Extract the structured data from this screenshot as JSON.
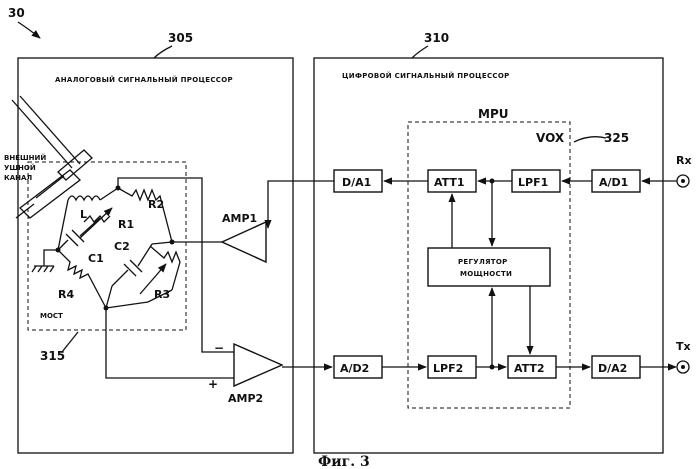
{
  "figure": {
    "ref_main": "30",
    "ref_analog": "305",
    "ref_digital": "310",
    "ref_vox": "325",
    "ref_bridge": "315",
    "caption": "Фиг. 3"
  },
  "analog_block": {
    "title": "АНАЛОГОВЫЙ СИГНАЛЬНЫЙ ПРОЦЕССОР"
  },
  "digital_block": {
    "title": "ЦИФРОВОЙ СИГНАЛЬНЫЙ ПРОЦЕССОР"
  },
  "ear_canal": {
    "line1": "ВНЕШНИЙ",
    "line2": "УШНОЙ",
    "line3": "КАНАЛ"
  },
  "bridge": {
    "label": "МОСТ",
    "components": {
      "L": "L",
      "R1": "R1",
      "R2": "R2",
      "C1": "C1",
      "C2": "C2",
      "R3": "R3",
      "R4": "R4"
    }
  },
  "amps": {
    "amp1": "AMP1",
    "amp2": "AMP2",
    "minus": "−",
    "plus": "+"
  },
  "mpu": {
    "label": "MPU",
    "vox": "VOX"
  },
  "blocks": {
    "da1": "D/A1",
    "att1": "ATT1",
    "lpf1": "LPF1",
    "ad1": "A/D1",
    "ad2": "A/D2",
    "lpf2": "LPF2",
    "att2": "ATT2",
    "da2": "D/A2"
  },
  "regulator": {
    "line1": "РЕГУЛЯТОР",
    "line2": "МОЩНОСТИ"
  },
  "ports": {
    "rx": "Rx",
    "tx": "Tx"
  }
}
